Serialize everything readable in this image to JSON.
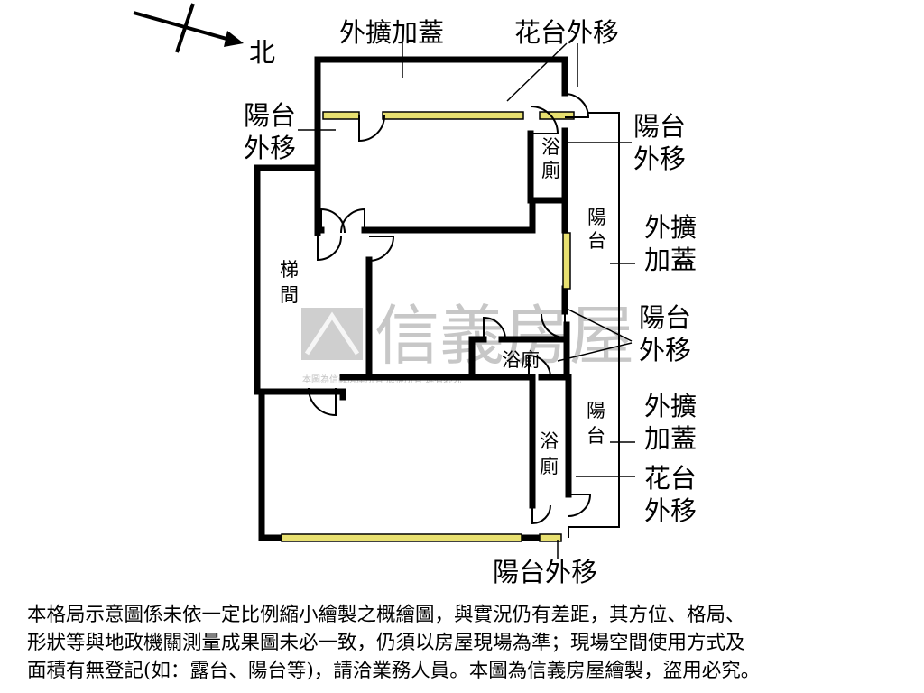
{
  "compass": {
    "north": "北"
  },
  "labels": {
    "top_ext": "外擴加蓋",
    "top_planter": "花台外移",
    "left_balcony_1": "陽台",
    "left_balcony_2": "外移",
    "right_balcony_1": "陽台",
    "right_balcony_2": "外移",
    "bath_top_1": "浴",
    "bath_top_2": "廁",
    "mid_balcony_1": "陽",
    "mid_balcony_2": "台",
    "ext_right_1": "外擴",
    "ext_right_2": "加蓋",
    "stair_1": "梯",
    "stair_2": "間",
    "balcony_mid_1": "陽台",
    "balcony_mid_2": "外移",
    "bath_mid": "浴廁",
    "low_balcony_1": "陽",
    "low_balcony_2": "台",
    "ext_low_1": "外擴",
    "ext_low_2": "加蓋",
    "bath_low_1": "浴",
    "bath_low_2": "廁",
    "planter_low_1": "花台",
    "planter_low_2": "外移",
    "bottom_balcony": "陽台外移"
  },
  "watermark": {
    "brand": "信義房屋",
    "notice": "本圖為信義房屋所有 版權所有 違者必究"
  },
  "disclaimer": [
    "本格局示意圖係未依一定比例縮小繪製之概繪圖，與實況仍有差距，其方位、格局、",
    "形狀等與地政機關測量成果圖未必一致，仍須以房屋現場為準；現場空間使用方式及",
    "面積有無登記(如：露台、陽台等)，請洽業務人員。本圖為信義房屋繪製，盜用必究。"
  ],
  "colors": {
    "wall": "#000000",
    "window": "#e8e070",
    "watermark": "#9a9a9a"
  }
}
